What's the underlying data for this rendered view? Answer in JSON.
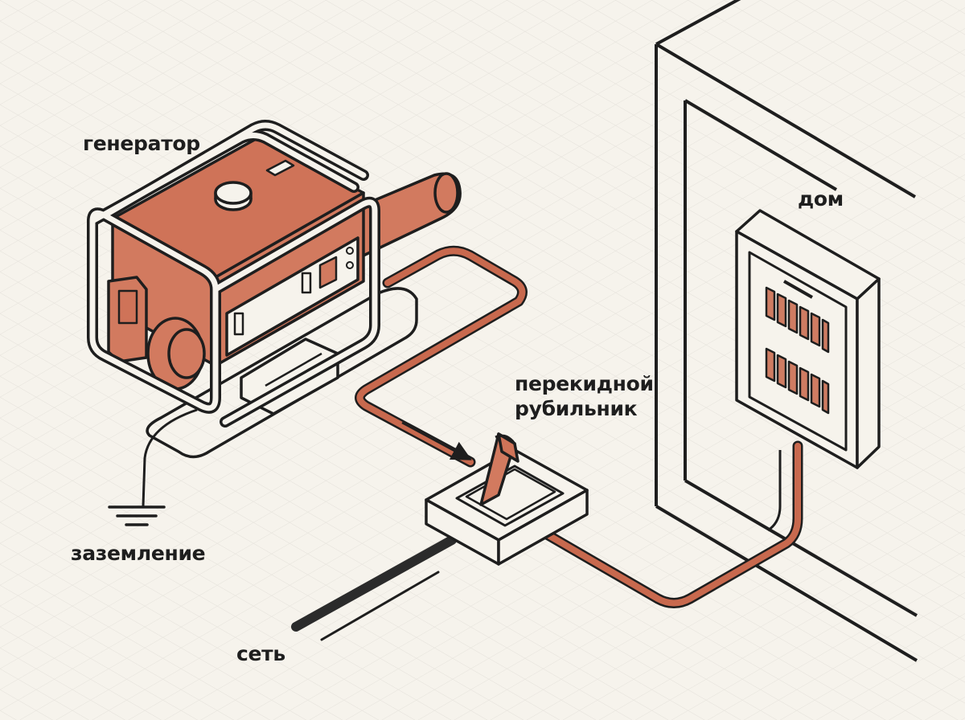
{
  "labels": {
    "generator": "генератор",
    "house": "дом",
    "transfer_switch_line1": "перекидной",
    "transfer_switch_line2": "рубильник",
    "ground": "заземление",
    "grid": "сеть"
  },
  "colors": {
    "background": "#f6f3ec",
    "grid_lines": "#dedede",
    "outline": "#1e1e1e",
    "copper_cable": "#c8694e",
    "generator_body": "#d27a5f",
    "grid_cable": "#2b2b2b"
  },
  "icons": {
    "ground": "ground-symbol-icon",
    "arrow": "arrow-to-switch-icon"
  }
}
